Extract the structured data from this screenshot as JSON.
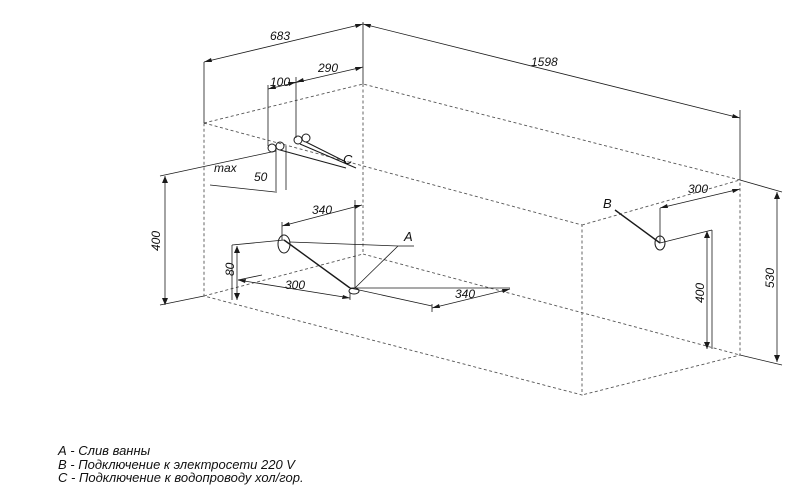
{
  "dimensions": {
    "width_683": "683",
    "offset_100": "100",
    "offset_290": "290",
    "length_1598": "1598",
    "max_label": "max",
    "max_50": "50",
    "height_400_left": "400",
    "offset_340_top": "340",
    "height_80": "80",
    "offset_300_bottom": "300",
    "offset_340_bottom": "340",
    "offset_300_right": "300",
    "height_400_right": "400",
    "height_530": "530"
  },
  "markers": {
    "a": "A",
    "b": "B",
    "c": "C"
  },
  "legend": {
    "items": [
      "А - Слив ванны",
      "В - Подключение к электросети 220 V",
      "С - Подключение к водопроводу хол/гор."
    ]
  }
}
